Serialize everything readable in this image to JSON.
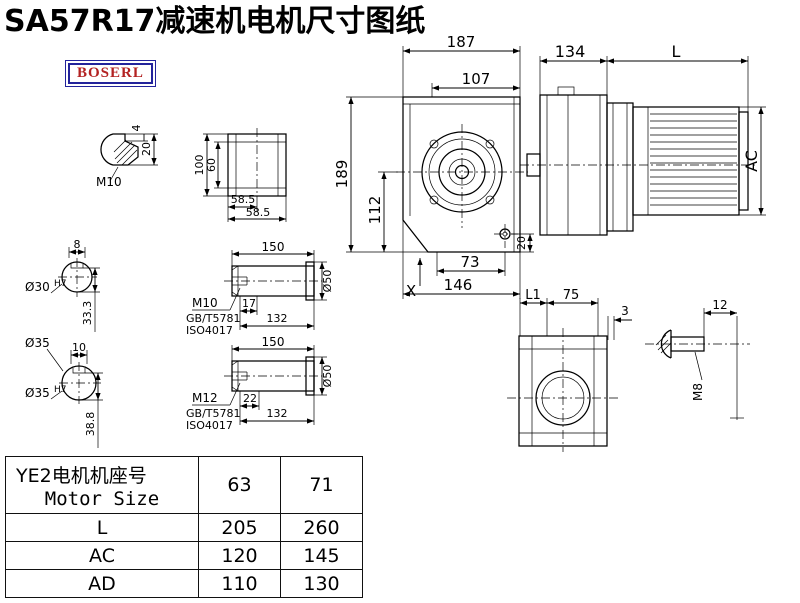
{
  "page": {
    "title": "SA57R17减速机电机尺寸图纸",
    "logo": "BOSERL"
  },
  "dims": {
    "keyway": {
      "m10": "M10",
      "h20": "20",
      "h4": "4"
    },
    "topview": {
      "v100": "100",
      "v60": "60",
      "w585a": "58.5",
      "w585b": "58.5"
    },
    "front": {
      "w187": "187",
      "w107": "107",
      "h189": "189",
      "h112": "112",
      "h20": "20",
      "w73": "73",
      "w146": "146",
      "x": "X"
    },
    "side": {
      "w134": "134",
      "L": "L",
      "AC": "AC"
    },
    "sec30": {
      "k8": "8",
      "dia": "Ø30",
      "tol": "H7",
      "d333": "33.3"
    },
    "shaft30": {
      "len150": "150",
      "m": "M10",
      "gb": "GB/T5781",
      "iso": "ISO4017",
      "l17": "17",
      "l132": "132",
      "d50": "Ø50"
    },
    "sec35": {
      "label": "Ø35",
      "k10": "10",
      "dia": "Ø35",
      "tol": "H7",
      "d388": "38.8"
    },
    "shaft35": {
      "len150": "150",
      "m": "M12",
      "gb": "GB/T5781",
      "iso": "ISO4017",
      "l22": "22",
      "l132": "132",
      "d50": "Ø50"
    },
    "flange": {
      "L1": "L1",
      "w75": "75",
      "g3": "3"
    },
    "bolt": {
      "l12": "12",
      "m8": "M8"
    }
  },
  "table": {
    "header": {
      "line1": "YE2电机机座号",
      "line2": "Motor Size"
    },
    "sizes": [
      "63",
      "71"
    ],
    "rows": [
      {
        "label": "L",
        "values": [
          "205",
          "260"
        ]
      },
      {
        "label": "AC",
        "values": [
          "120",
          "145"
        ]
      },
      {
        "label": "AD",
        "values": [
          "110",
          "130"
        ]
      }
    ]
  }
}
